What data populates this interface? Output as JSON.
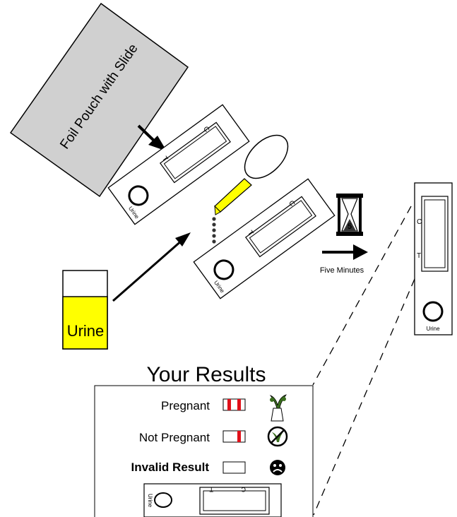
{
  "pouch_label": "Foil Pouch with Slide",
  "cup_label": "Urine",
  "slide_letters": {
    "control": "C",
    "test": "T",
    "well": "Urine"
  },
  "timer_digit": "5",
  "timer_caption": "Five Minutes",
  "results": {
    "title": "Your Results",
    "rows": [
      {
        "label": "Pregnant",
        "lines": "two",
        "icon": "plant-icon"
      },
      {
        "label": "Not Pregnant",
        "lines": "one",
        "icon": "no-plant-icon"
      },
      {
        "label": "Invalid Result",
        "lines": "none",
        "icon": "sad-face-icon"
      }
    ]
  },
  "colors": {
    "urine": "#ffff00",
    "pouch": "#d0d0d0",
    "result_line": "#e0101a",
    "leaf": "#3a6e1e"
  }
}
